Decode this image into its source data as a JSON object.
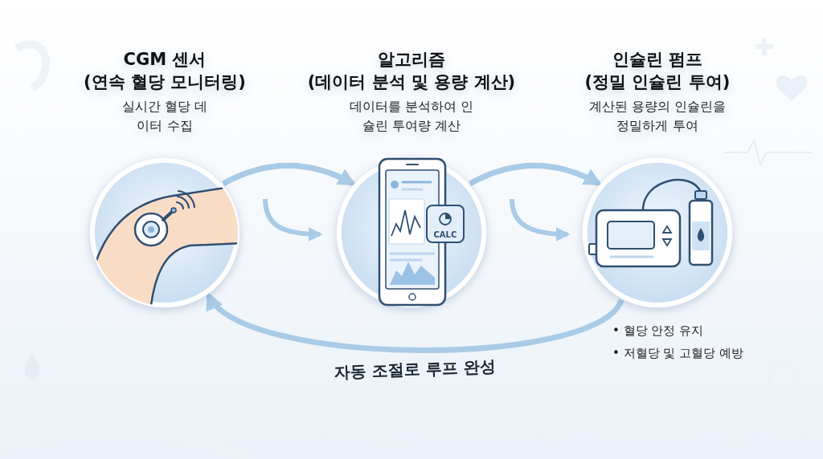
{
  "diagram": {
    "nodes": [
      {
        "text": [
          "CGM 센서",
          "(연속 혈당 모니터링)",
          "실시간 혈당 데이터 수집"
        ]
      },
      {
        "text": [
          "알고리즘",
          "(데이터 분석 및 용량 계산)",
          "데이터를 분석하여 인슐린 투여량 계산"
        ]
      },
      {
        "text": [
          "인슐린 펌프",
          "(정밀 인슐린 투여)",
          "계산된 용량의 인슐린을 정밀하게 투여"
        ]
      }
    ],
    "edges": [
      {
        "from": 0,
        "to": 1,
        "arrow": "to"
      },
      {
        "from": 1,
        "to": 2,
        "arrow": "to"
      },
      {
        "from": 2,
        "to": 0,
        "label": "자동 조절로 루프 완성",
        "arrow": "to"
      }
    ],
    "labels": [
      "CALC",
      "• 혈당 안정 유지",
      "• 저혈당 및 고혈당 예방"
    ]
  }
}
